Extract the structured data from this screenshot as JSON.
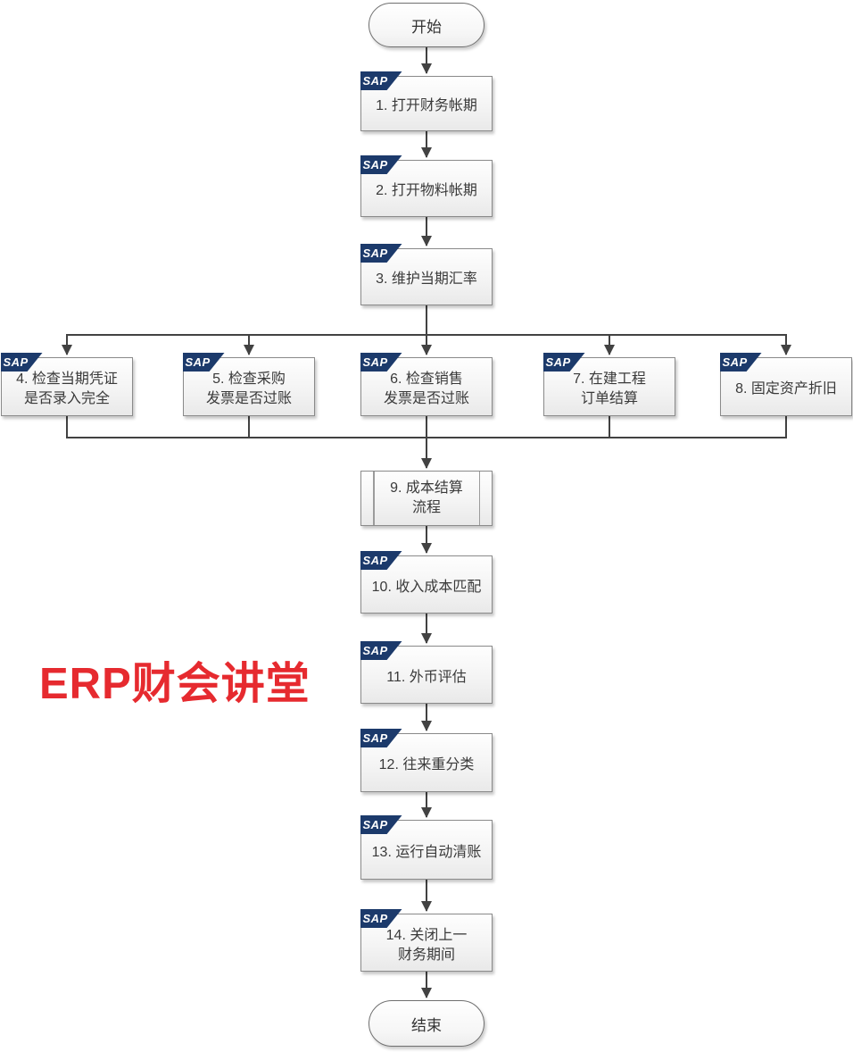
{
  "watermark": {
    "text": "ERP财会讲堂",
    "color": "#e62a2f"
  },
  "branding": {
    "sap_logo_text": "SAP",
    "sap_logo_color": "#1c3a6b"
  },
  "terminals": {
    "start_label": "开始",
    "end_label": "结束"
  },
  "flow": {
    "nodes": [
      {
        "id": 1,
        "label": "1. 打开财务帐期",
        "type": "process",
        "sap_badge": true
      },
      {
        "id": 2,
        "label": "2. 打开物料帐期",
        "type": "process",
        "sap_badge": true
      },
      {
        "id": 3,
        "label": "3. 维护当期汇率",
        "type": "process",
        "sap_badge": true
      },
      {
        "id": 4,
        "label": "4. 检查当期凭证\n是否录入完全",
        "type": "process",
        "sap_badge": true
      },
      {
        "id": 5,
        "label": "5. 检查采购\n发票是否过账",
        "type": "process",
        "sap_badge": true
      },
      {
        "id": 6,
        "label": "6. 检查销售\n发票是否过账",
        "type": "process",
        "sap_badge": true
      },
      {
        "id": 7,
        "label": "7. 在建工程\n订单结算",
        "type": "process",
        "sap_badge": true
      },
      {
        "id": 8,
        "label": "8. 固定资产折旧",
        "type": "process",
        "sap_badge": true
      },
      {
        "id": 9,
        "label": "9. 成本结算\n流程",
        "type": "subprocess",
        "sap_badge": false
      },
      {
        "id": 10,
        "label": "10. 收入成本匹配",
        "type": "process",
        "sap_badge": true
      },
      {
        "id": 11,
        "label": "11. 外币评估",
        "type": "process",
        "sap_badge": true
      },
      {
        "id": 12,
        "label": "12. 往来重分类",
        "type": "process",
        "sap_badge": true
      },
      {
        "id": 13,
        "label": "13. 运行自动清账",
        "type": "process",
        "sap_badge": true
      },
      {
        "id": 14,
        "label": "14. 关闭上一\n财务期间",
        "type": "process",
        "sap_badge": true
      }
    ],
    "edges": [
      {
        "from": "start",
        "to": "1"
      },
      {
        "from": "1",
        "to": "2"
      },
      {
        "from": "2",
        "to": "3"
      },
      {
        "from": "3",
        "to": "4"
      },
      {
        "from": "3",
        "to": "5"
      },
      {
        "from": "3",
        "to": "6"
      },
      {
        "from": "3",
        "to": "7"
      },
      {
        "from": "3",
        "to": "8"
      },
      {
        "from": "4",
        "to": "9"
      },
      {
        "from": "5",
        "to": "9"
      },
      {
        "from": "6",
        "to": "9"
      },
      {
        "from": "7",
        "to": "9"
      },
      {
        "from": "8",
        "to": "9"
      },
      {
        "from": "9",
        "to": "10"
      },
      {
        "from": "10",
        "to": "11"
      },
      {
        "from": "11",
        "to": "12"
      },
      {
        "from": "12",
        "to": "13"
      },
      {
        "from": "13",
        "to": "14"
      },
      {
        "from": "14",
        "to": "end"
      }
    ]
  },
  "colors": {
    "connector": "#424242",
    "box_border": "#8a8a8a",
    "sap_blue": "#1c3a6b",
    "accent_red": "#e62a2f"
  }
}
